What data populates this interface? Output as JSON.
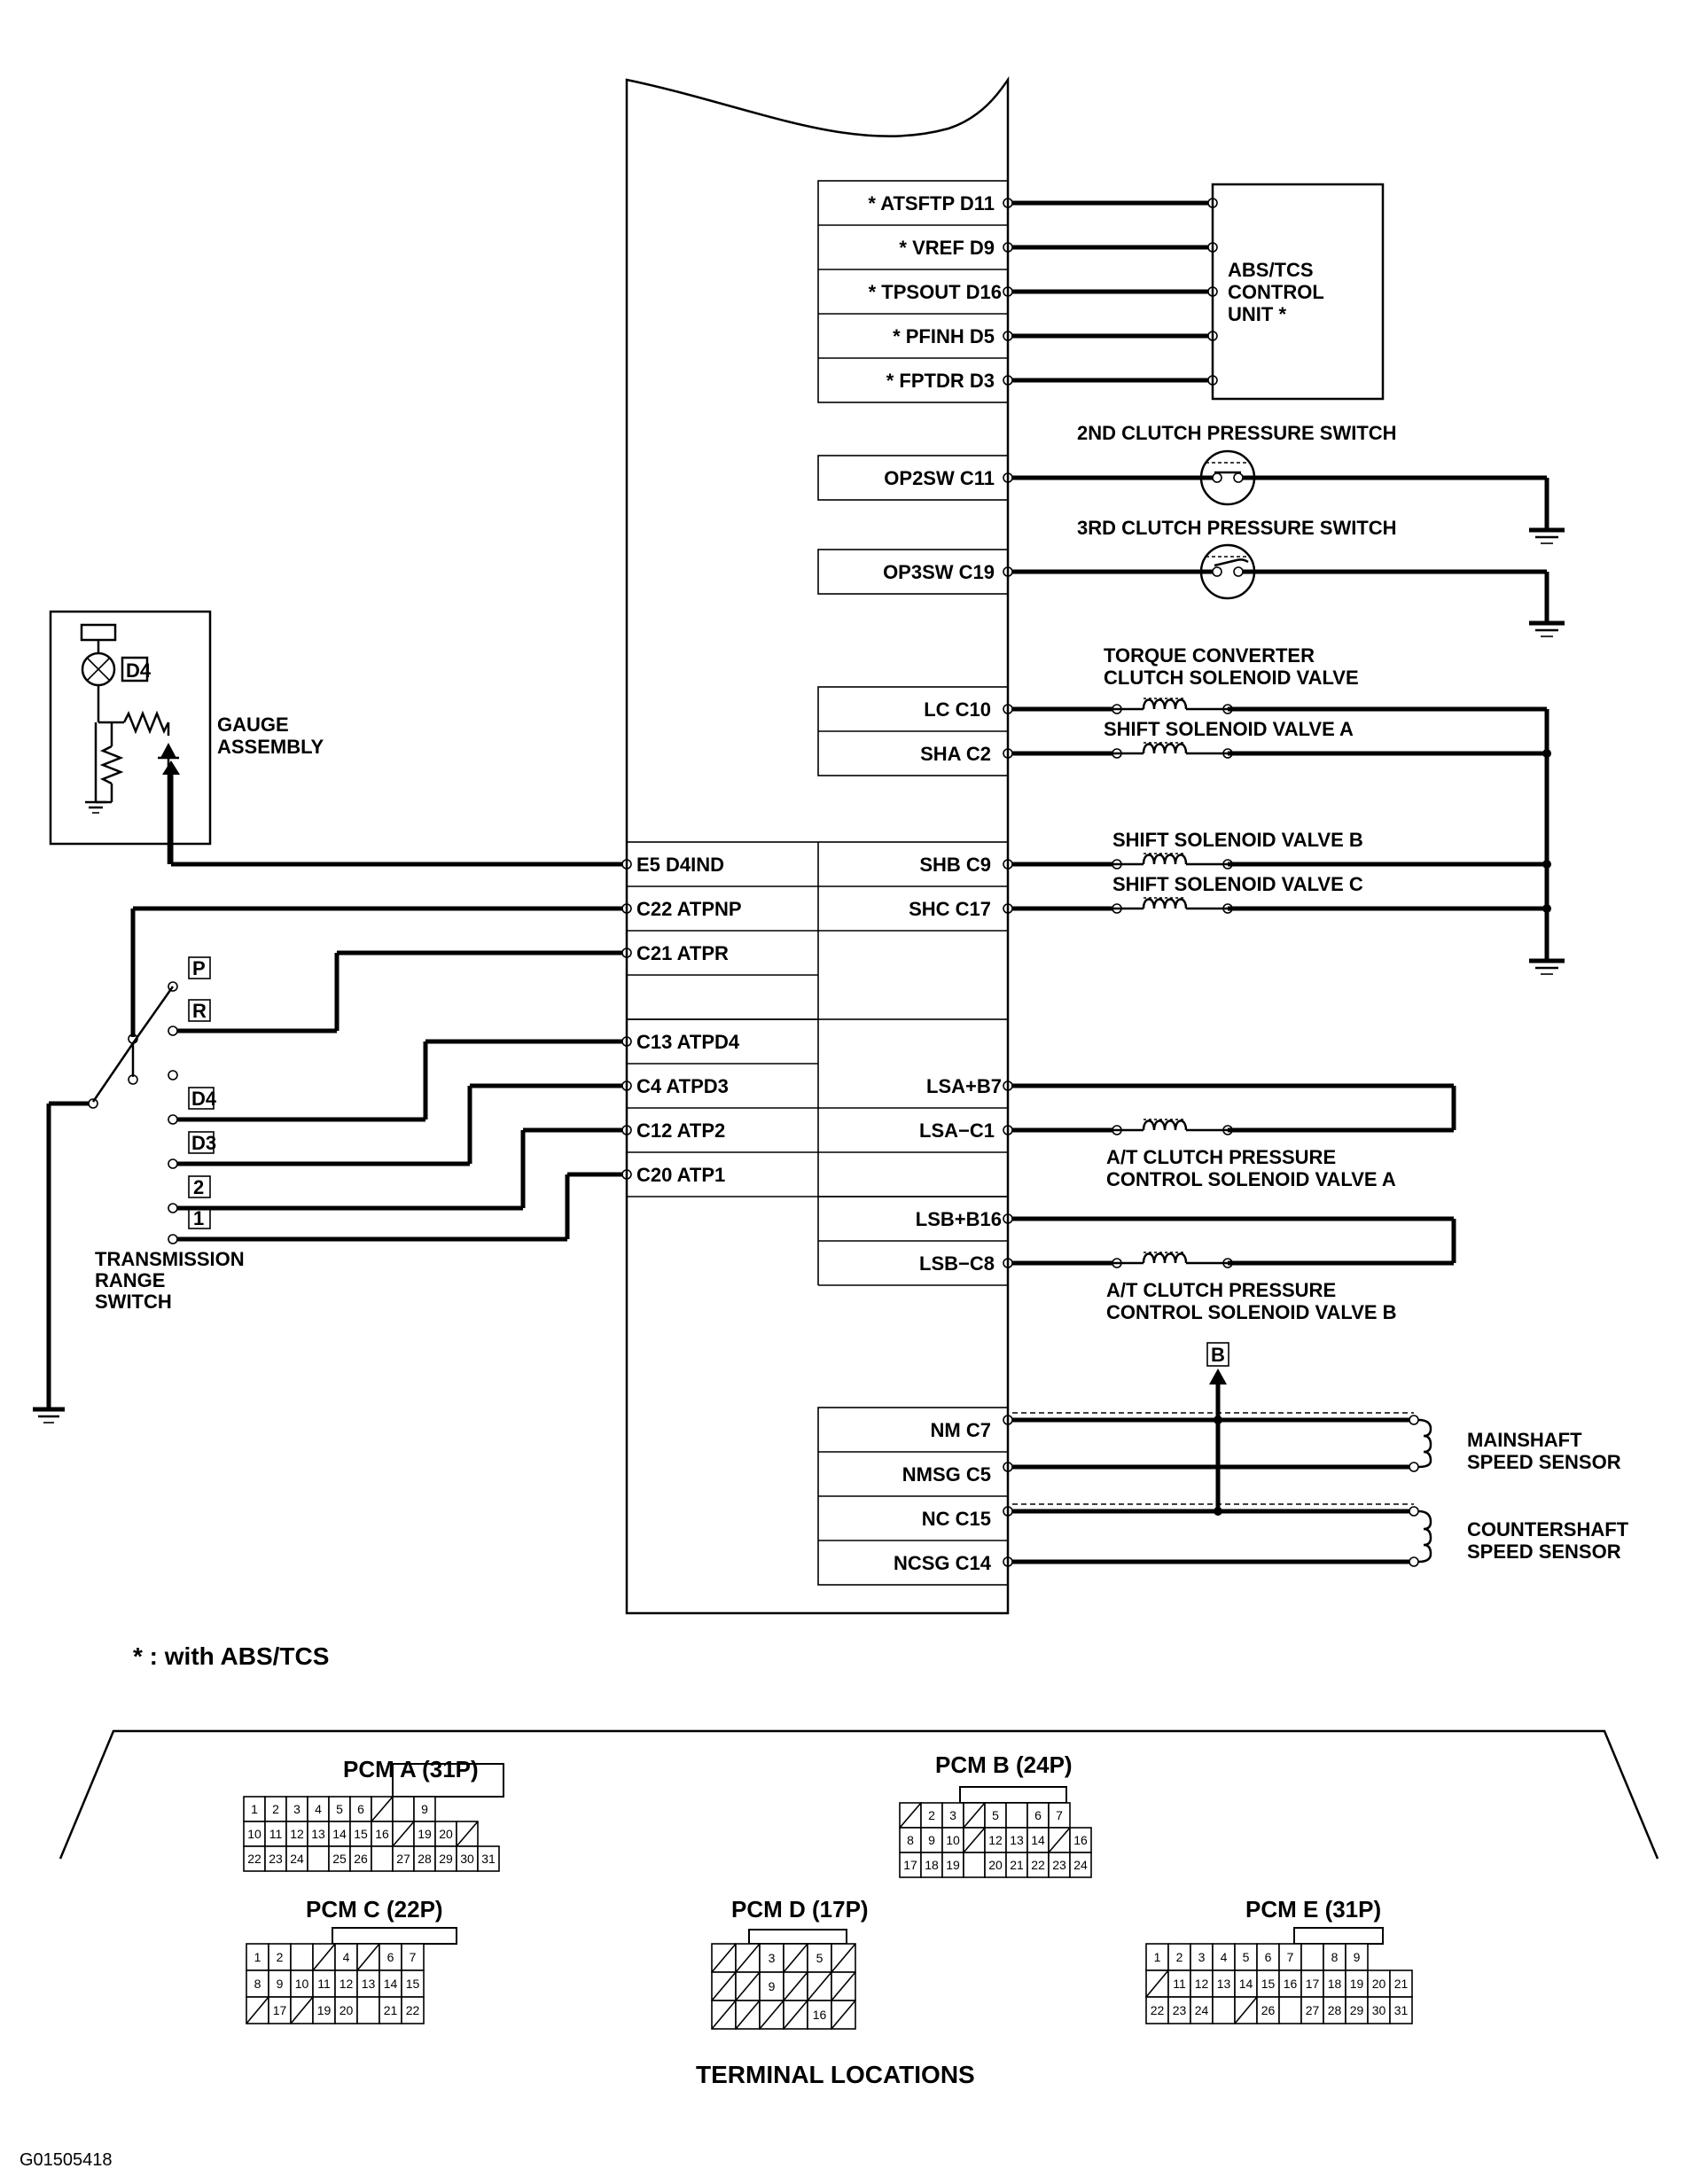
{
  "pcm_terminals": {
    "abs": [
      {
        "id": "atsftp",
        "label": "* ATSFTP D11"
      },
      {
        "id": "vref",
        "label": "* VREF D9"
      },
      {
        "id": "tpsout",
        "label": "* TPSOUT D16"
      },
      {
        "id": "pfinh",
        "label": "* PFINH D5"
      },
      {
        "id": "fptdr",
        "label": "* FPTDR D3"
      }
    ],
    "op2sw": "OP2SW C11",
    "op3sw": "OP3SW C19",
    "lc": "LC C10",
    "sha": "SHA C2",
    "shb": "SHB C9",
    "shc": "SHC C17",
    "lsa_plus": "LSA+B7",
    "lsa_minus": "LSA−C1",
    "lsb_plus": "LSB+B16",
    "lsb_minus": "LSB−C8",
    "nm": "NM C7",
    "nmsg": "NMSG C5",
    "nc": "NC C15",
    "ncsg": "NCSG C14",
    "left": [
      {
        "id": "d4ind",
        "label": "E5 D4IND"
      },
      {
        "id": "atpnp",
        "label": "C22 ATPNP"
      },
      {
        "id": "atpr",
        "label": "C21 ATPR"
      },
      {
        "id": "atpd4",
        "label": "C13 ATPD4"
      },
      {
        "id": "atpd3",
        "label": "C4 ATPD3"
      },
      {
        "id": "atp2",
        "label": "C12 ATP2"
      },
      {
        "id": "atp1",
        "label": "C20 ATP1"
      }
    ]
  },
  "components": {
    "abs_unit": [
      "ABS/TCS",
      "CONTROL",
      "UNIT *"
    ],
    "pressure_switch_2": "2ND CLUTCH PRESSURE SWITCH",
    "pressure_switch_3": "3RD CLUTCH PRESSURE SWITCH",
    "torque_converter": [
      "TORQUE CONVERTER",
      "CLUTCH SOLENOID VALVE"
    ],
    "shift_a": "SHIFT SOLENOID VALVE A",
    "shift_b": "SHIFT SOLENOID VALVE B",
    "shift_c": "SHIFT SOLENOID VALVE C",
    "at_clutch_a": [
      "A/T CLUTCH PRESSURE",
      "CONTROL SOLENOID VALVE A"
    ],
    "at_clutch_b": [
      "A/T CLUTCH PRESSURE",
      "CONTROL SOLENOID VALVE B"
    ],
    "mainshaft": [
      "MAINSHAFT",
      "SPEED SENSOR"
    ],
    "countershaft": [
      "COUNTERSHAFT",
      "SPEED SENSOR"
    ],
    "gauge": [
      "GAUGE",
      "ASSEMBLY"
    ],
    "gauge_indicator": "D4",
    "trs": [
      "TRANSMISSION",
      "RANGE",
      "SWITCH"
    ],
    "trs_positions": [
      "P",
      "R",
      "D4",
      "D3",
      "2",
      "1"
    ],
    "b_marker": "B"
  },
  "footnote": "* : with ABS/TCS",
  "connectors": {
    "pcm_a": {
      "title": "PCM A (31P)",
      "rows": [
        [
          "1",
          "2",
          "3",
          "4",
          "5",
          "6",
          "/",
          "",
          "9"
        ],
        [
          "10",
          "11",
          "12",
          "13",
          "14",
          "15",
          "16",
          "/",
          "19",
          "20",
          "/"
        ],
        [
          "22",
          "23",
          "24",
          "",
          "25",
          "26",
          "",
          "27",
          "28",
          "29",
          "30",
          "31"
        ]
      ]
    },
    "pcm_b": {
      "title": "PCM B (24P)",
      "rows": [
        [
          "/",
          "2",
          "3",
          "/",
          "5",
          "",
          "6",
          "7"
        ],
        [
          "8",
          "9",
          "10",
          "/",
          "12",
          "13",
          "14",
          "/",
          "16"
        ],
        [
          "17",
          "18",
          "19",
          "",
          "20",
          "21",
          "22",
          "23",
          "24"
        ]
      ]
    },
    "pcm_c": {
      "title": "PCM C (22P)",
      "rows": [
        [
          "1",
          "2",
          "",
          "/",
          "4",
          "/",
          "6",
          "7"
        ],
        [
          "8",
          "9",
          "10",
          "11",
          "12",
          "13",
          "14",
          "15"
        ],
        [
          "/",
          "17",
          "/",
          "19",
          "20",
          "",
          "21",
          "22"
        ]
      ]
    },
    "pcm_d": {
      "title": "PCM D (17P)",
      "rows": [
        [
          "/",
          "/",
          "3",
          "/",
          "5",
          "/"
        ],
        [
          "/",
          "/",
          "9",
          "/",
          "/",
          "/"
        ],
        [
          "/",
          "/",
          "/",
          "/",
          "16",
          "/"
        ]
      ]
    },
    "pcm_e": {
      "title": "PCM E (31P)",
      "rows": [
        [
          "1",
          "2",
          "3",
          "4",
          "5",
          "6",
          "7",
          "",
          "8",
          "9"
        ],
        [
          "/",
          "11",
          "12",
          "13",
          "14",
          "15",
          "16",
          "17",
          "18",
          "19",
          "20",
          "21"
        ],
        [
          "22",
          "23",
          "24",
          "",
          "/",
          "26",
          "",
          "27",
          "28",
          "29",
          "30",
          "31"
        ]
      ]
    }
  },
  "terminal_locations_label": "TERMINAL LOCATIONS",
  "figure_code": "G01505418"
}
